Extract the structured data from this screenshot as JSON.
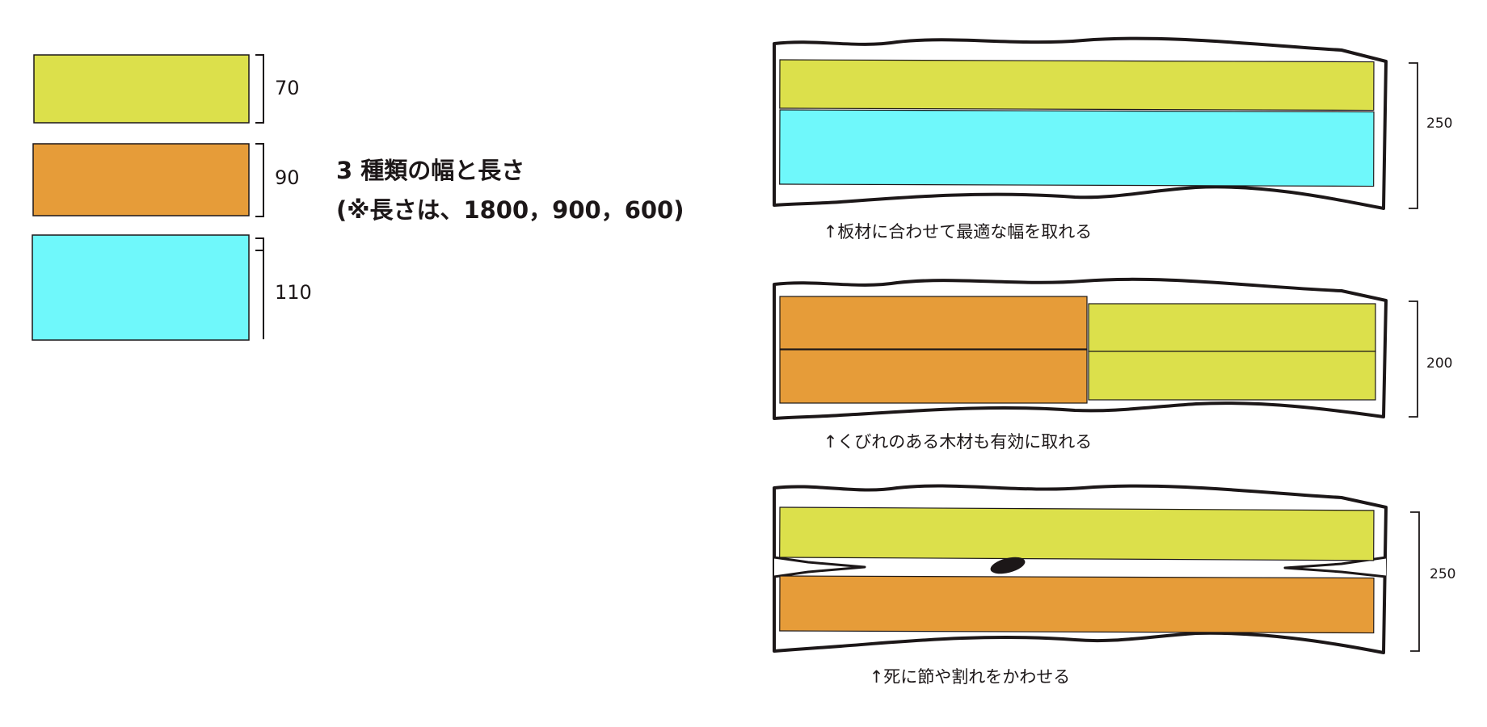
{
  "legend": {
    "title_line1": "3 種類の幅と長さ",
    "title_line2": "(※長さは、1800，900，600)",
    "boards": [
      {
        "label": "70",
        "color": "#dce04b"
      },
      {
        "label": "90",
        "color": "#e69c39"
      },
      {
        "label": "110",
        "color": "#6ff8fb"
      }
    ]
  },
  "examples": [
    {
      "dimension": "250",
      "caption": "↑板材に合わせて最適な幅を取れる"
    },
    {
      "dimension": "200",
      "caption": "↑くびれのある木材も有効に取れる"
    },
    {
      "dimension": "250",
      "caption": "↑死に節や割れをかわせる"
    }
  ],
  "colors": {
    "yellow": "#dce04b",
    "orange": "#e69c39",
    "cyan": "#6ff8fb",
    "outline": "#1c1718"
  }
}
